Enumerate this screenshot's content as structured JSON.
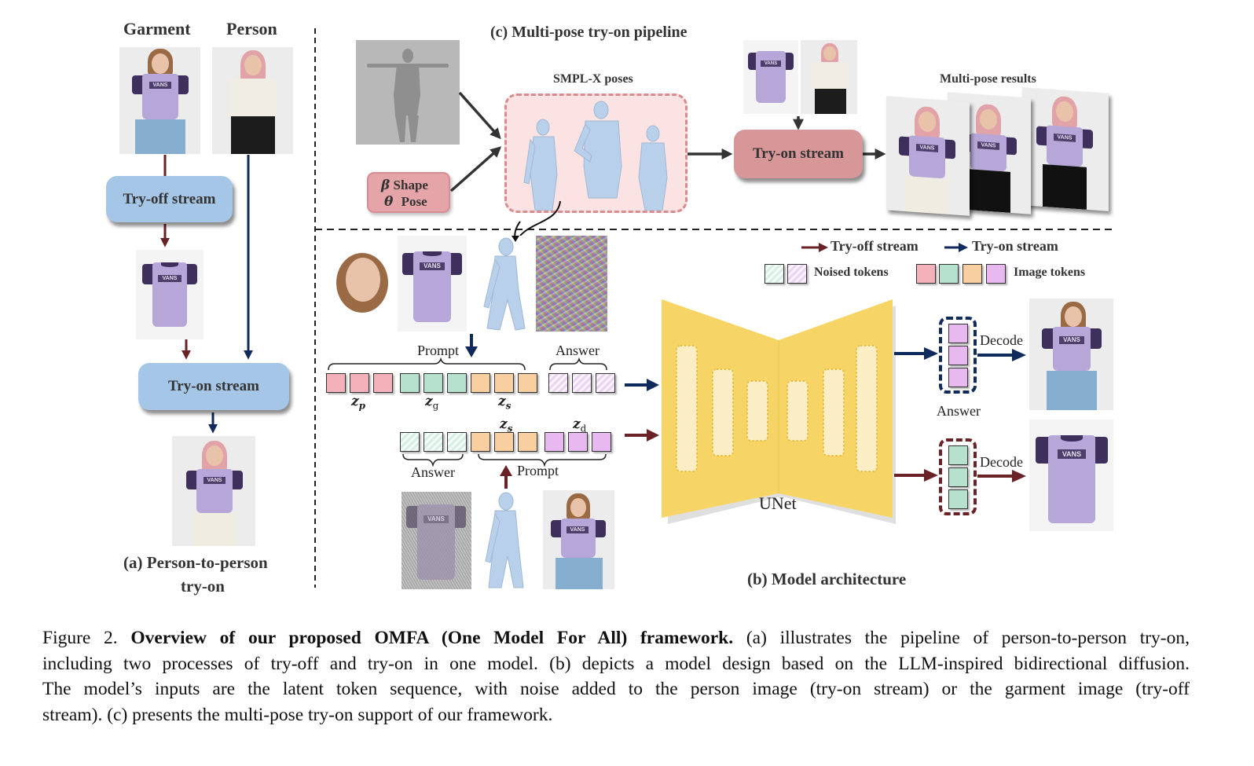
{
  "panel_a": {
    "garment_label": "Garment",
    "person_label": "Person",
    "tryoff_box": "Try-off stream",
    "tryon_box": "Try-on stream",
    "title_line1": "(a) Person-to-person",
    "title_line2": "try-on",
    "shirt_logo": "VANS"
  },
  "panel_c": {
    "title": "(c) Multi-pose try-on pipeline",
    "smplx_label": "SMPL-X poses",
    "shape_symbol": "β",
    "shape_label": "Shape",
    "pose_symbol": "θ",
    "pose_label": "Pose",
    "tryon_box": "Try-on stream",
    "results_label": "Multi-pose results",
    "shirt_logo": "VANS"
  },
  "panel_b": {
    "legend": {
      "tryoff": "Try-off stream",
      "tryon": "Try-on stream",
      "noised": "Noised tokens",
      "image": "Image tokens"
    },
    "colors": {
      "tryoff_arrow": "#6b2226",
      "tryon_arrow": "#102a5c",
      "token_pink": "#f3b2b9",
      "token_green": "#b6e1cf",
      "token_orange": "#f7cfa1",
      "token_violet": "#e8b8f0",
      "unet": "#f6d566"
    },
    "top_sequence": {
      "prompt_label": "Prompt",
      "answer_label": "Answer",
      "zp": "z",
      "zp_sub": "p",
      "zg": "z",
      "zg_sub": "g",
      "zs": "z",
      "zs_sub": "s"
    },
    "bottom_sequence": {
      "prompt_label": "Prompt",
      "answer_label": "Answer",
      "zs": "z",
      "zs_sub": "s",
      "zd": "z",
      "zd_sub": "d"
    },
    "unet_label": "UNet",
    "decode_top": "Decode",
    "decode_bottom": "Decode",
    "answer_label": "Answer",
    "title": "(b) Model architecture",
    "shirt_logo": "VANS"
  },
  "caption": {
    "fig": "Figure 2.",
    "bold": "Overview of our proposed OMFA (One Model For All) framework.",
    "line1_rest": "(a) illustrates the pipeline of person-to-person try-on,",
    "line2": "including two processes of try-off and try-on in one model. (b) depicts a model design based on the LLM-inspired bidirectional diffusion.",
    "line3": "The model’s inputs are the latent token sequence, with noise added to the person image (try-on stream) or the garment image (try-off",
    "line4": "stream). (c) presents the multi-pose try-on support of our framework."
  }
}
